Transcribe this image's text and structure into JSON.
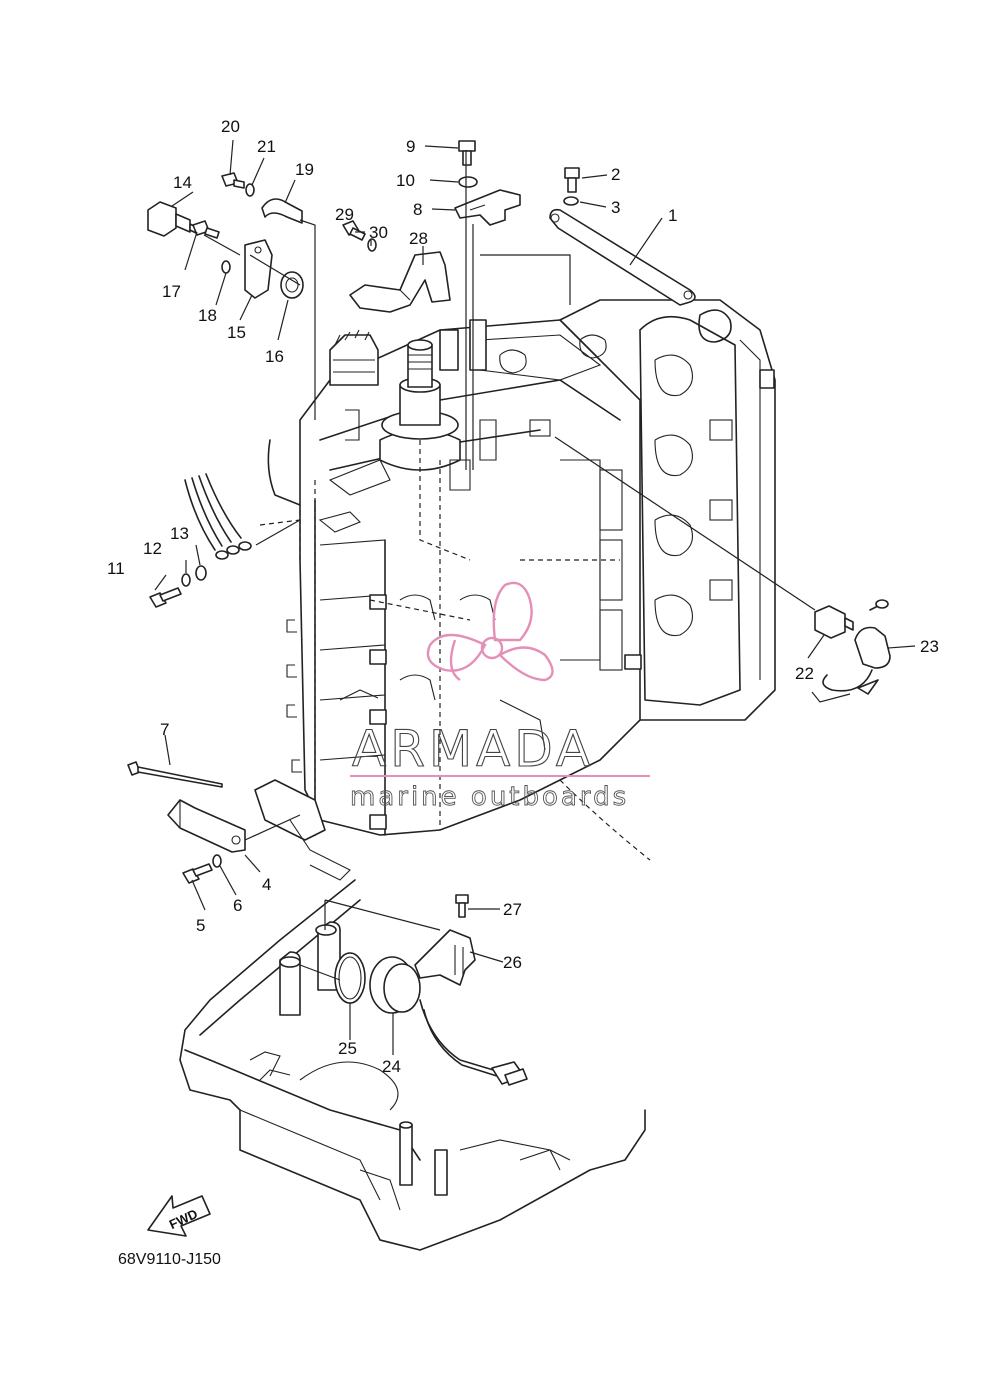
{
  "diagram": {
    "drawing_code": "68V9110-J150",
    "direction_marker": "FWD",
    "callouts": [
      "1",
      "2",
      "3",
      "4",
      "5",
      "6",
      "7",
      "8",
      "9",
      "10",
      "11",
      "12",
      "13",
      "14",
      "15",
      "16",
      "17",
      "18",
      "19",
      "20",
      "21",
      "22",
      "23",
      "24",
      "25",
      "26",
      "27",
      "28",
      "29",
      "30"
    ]
  },
  "watermark": {
    "brand": "ARMADA",
    "tagline": "marine outboards",
    "accent_color": "#e48fb8"
  }
}
